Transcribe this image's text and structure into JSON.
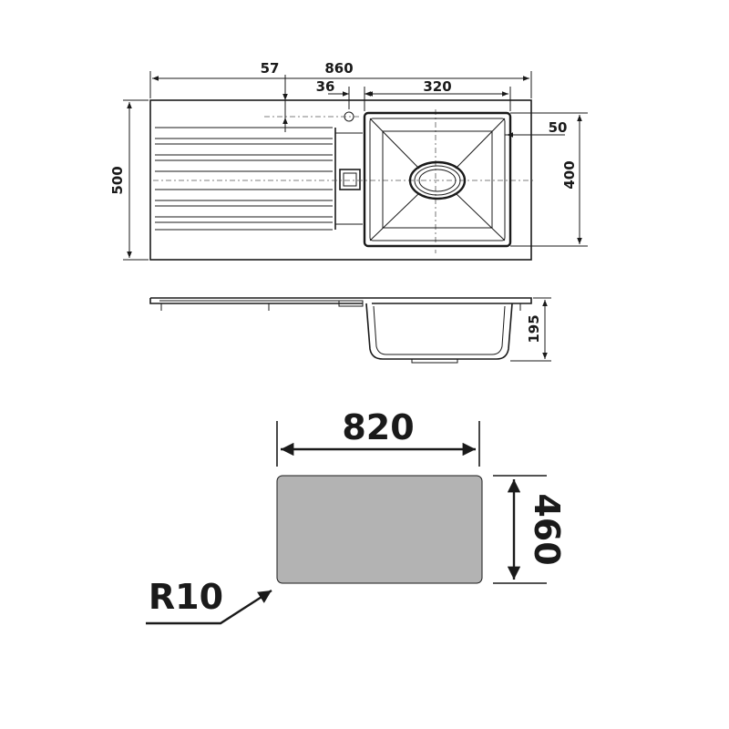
{
  "plan_view": {
    "dims": {
      "overall_width": "860",
      "tap_hole_offset": "57",
      "bowl_offset": "36",
      "bowl_width": "320",
      "overall_depth": "500",
      "bowl_depth": "400",
      "bowl_edge": "50"
    }
  },
  "side_view": {
    "dims": {
      "bowl_height": "195"
    }
  },
  "cutout": {
    "width": "820",
    "height": "460",
    "radius": "R10",
    "fill_color": "#b3b3b3"
  },
  "colors": {
    "line": "#1a1a1a"
  }
}
